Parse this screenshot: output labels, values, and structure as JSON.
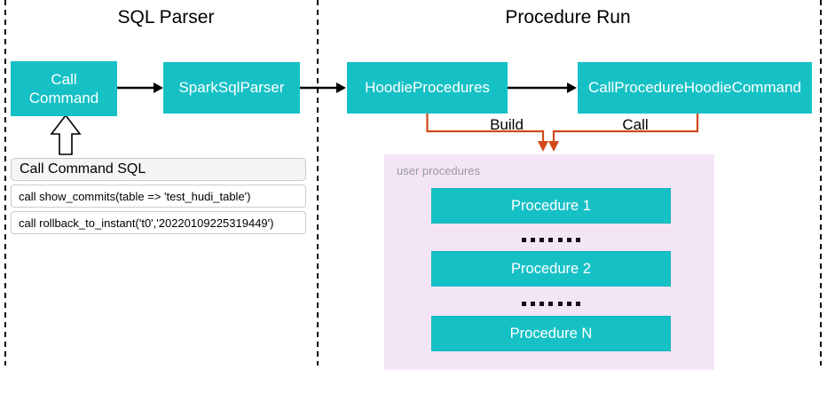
{
  "sections": {
    "sql_parser": {
      "title": "SQL Parser",
      "nodes": {
        "call_command": "Call Command",
        "spark_sql_parser": "SparkSqlParser"
      },
      "sql_panel": {
        "header": "Call Command SQL",
        "rows": [
          "call show_commits(table => 'test_hudi_table')",
          "call rollback_to_instant('t0','20220109225319449')"
        ]
      }
    },
    "procedure_run": {
      "title": "Procedure Run",
      "nodes": {
        "hoodie_procedures": "HoodieProcedures",
        "call_procedure_hoodie_command": "CallProcedureHoodieCommand"
      },
      "edges": {
        "build_label": "Build",
        "call_label": "Call"
      },
      "user_procedures": {
        "label": "user procedures",
        "items": [
          "Procedure 1",
          "Procedure 2",
          "Procedure N"
        ]
      }
    }
  },
  "colors": {
    "node_fill": "#16c1c6",
    "node_text": "#ffffff",
    "connector_black": "#000000",
    "connector_orange": "#d2491a",
    "user_procedures_bg": "#f3e5f6",
    "panel_header_bg": "#f5f5f5",
    "panel_border": "#c9c9c9",
    "muted_text": "#9a9aa0"
  }
}
